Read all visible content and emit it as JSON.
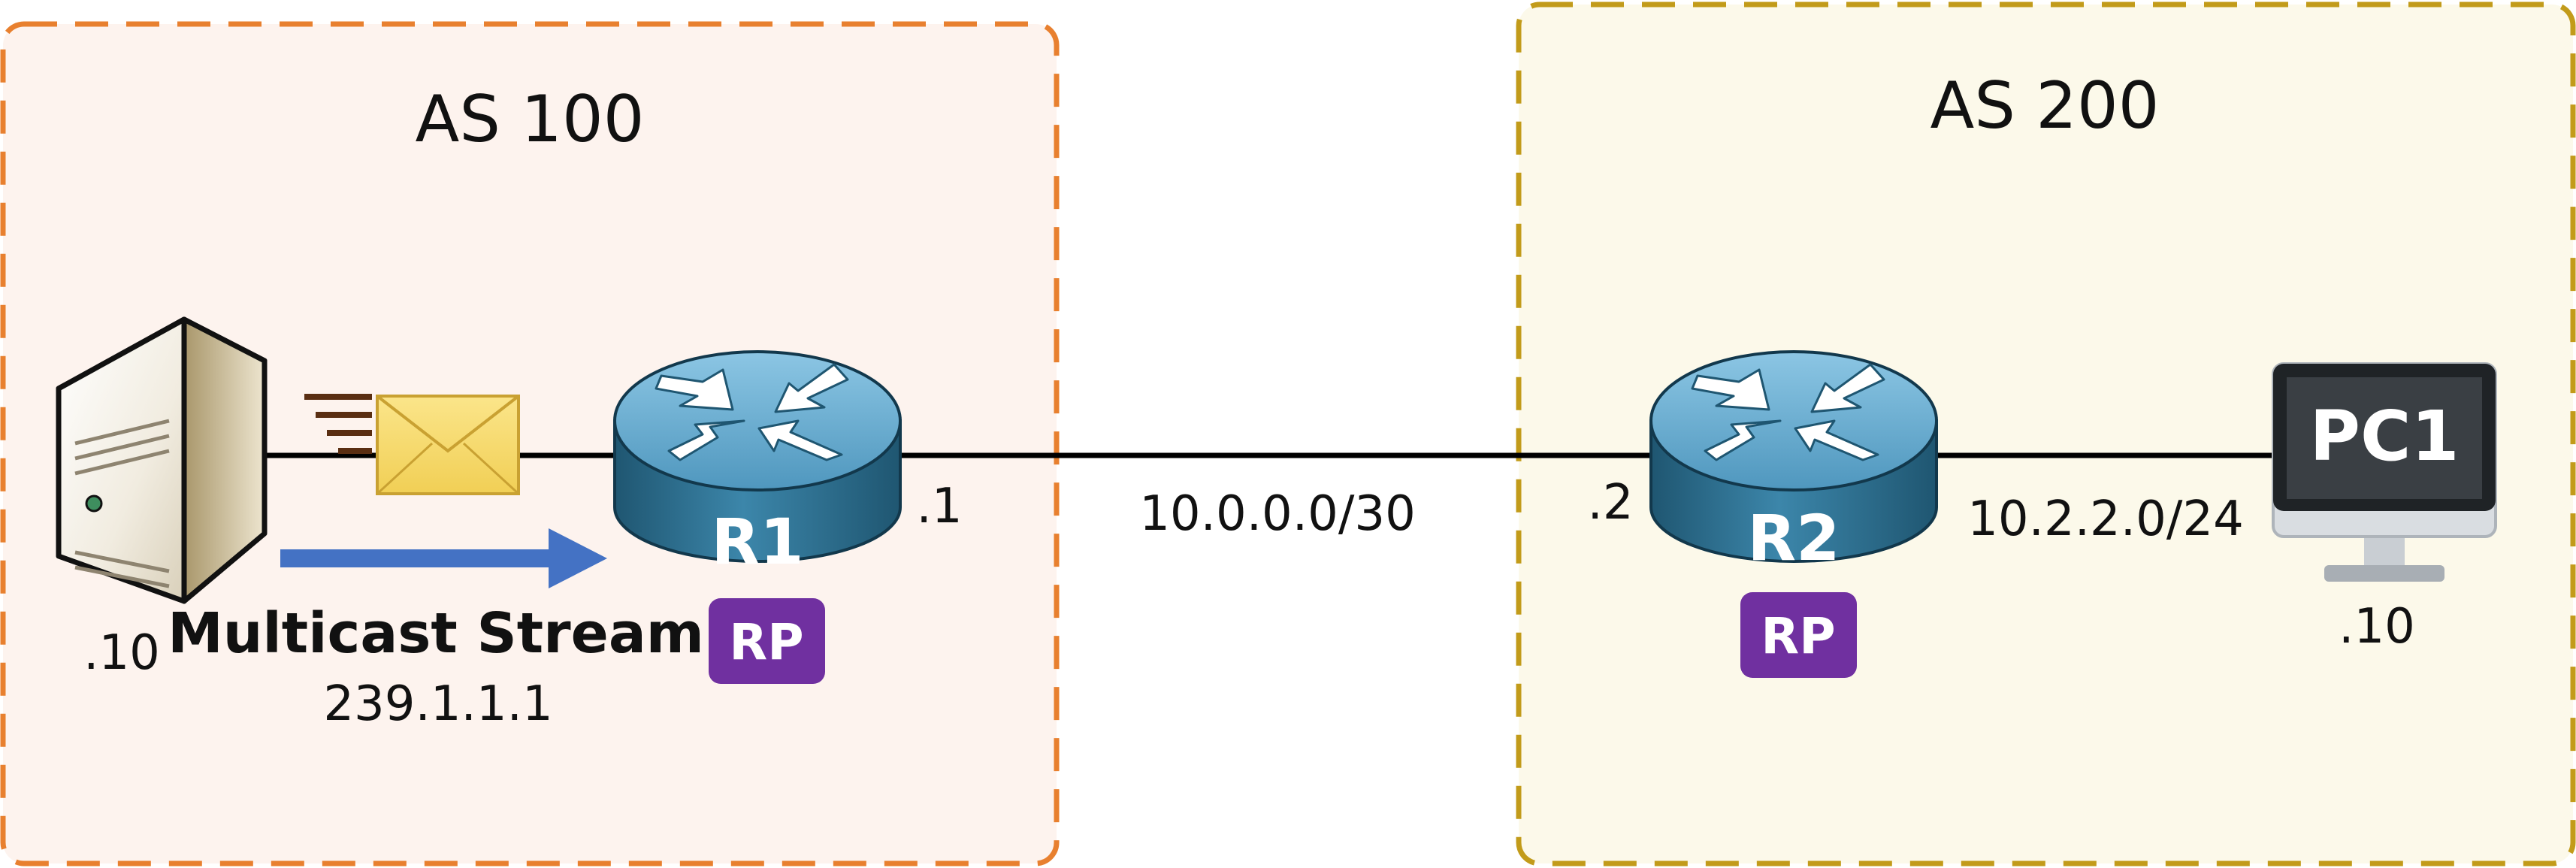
{
  "diagram": {
    "zones": [
      {
        "id": "as100",
        "label": "AS 100",
        "border_color": "#E8802F",
        "fill_color": "#FDF3EE"
      },
      {
        "id": "as200",
        "label": "AS 200",
        "border_color": "#C29B1A",
        "fill_color": "#FCF9EA"
      }
    ],
    "devices": {
      "server": {
        "label": ".10",
        "icon": "server-icon"
      },
      "r1": {
        "label": "R1",
        "interface": ".1",
        "badge": "RP",
        "icon": "router-icon"
      },
      "r2": {
        "label": "R2",
        "interface": ".2",
        "badge": "RP",
        "icon": "router-icon"
      },
      "pc1": {
        "label": "PC1",
        "address": ".10",
        "icon": "monitor-icon"
      }
    },
    "links": {
      "r1_r2": "10.0.0.0/30",
      "r2_pc1": "10.2.2.0/24"
    },
    "stream": {
      "title": "Multicast Stream",
      "group": "239.1.1.1",
      "arrow_color": "#4472C4",
      "envelope_icon": "envelope-icon"
    },
    "colors": {
      "router_body": "#2E6F8E",
      "router_top": "#6FB0D4",
      "rp_badge": "#7030A0",
      "link": "#000000"
    }
  }
}
